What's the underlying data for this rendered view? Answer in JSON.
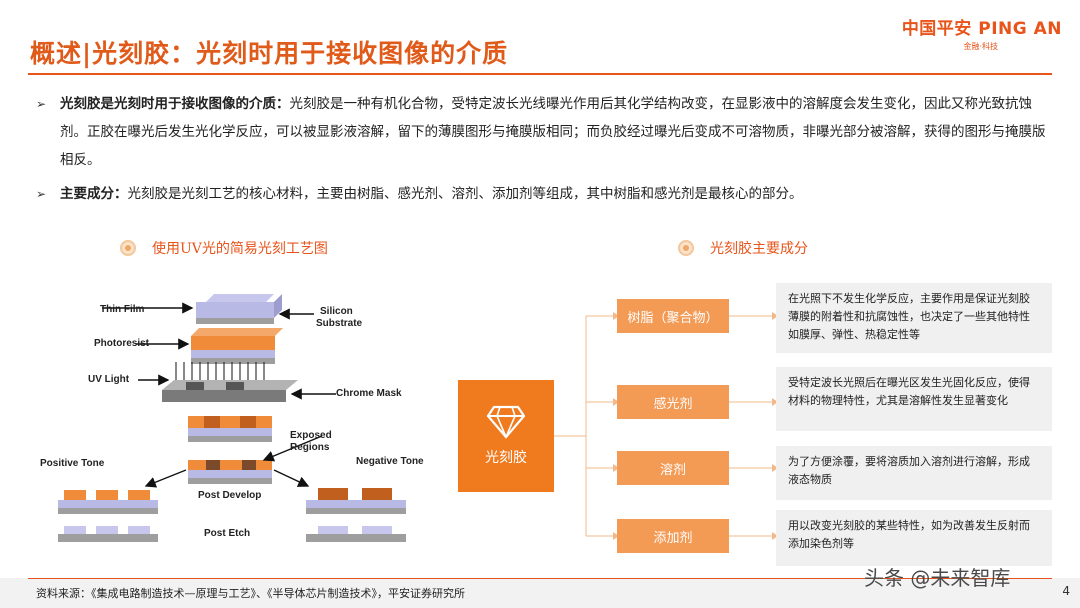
{
  "header": {
    "title": "概述|光刻胶：光刻时用于接收图像的介质",
    "logo_main": "中国平安 PING AN",
    "logo_sub": "金融·科技"
  },
  "bullets": [
    {
      "bold": "光刻胶是光刻时用于接收图像的介质：",
      "text": "光刻胶是一种有机化合物，受特定波长光线曝光作用后其化学结构改变，在显影液中的溶解度会发生变化，因此又称光致抗蚀剂。正胶在曝光后发生光化学反应，可以被显影液溶解，留下的薄膜图形与掩膜版相同；而负胶经过曝光后变成不可溶物质，非曝光部分被溶解，获得的图形与掩膜版相反。"
    },
    {
      "bold": "主要成分：",
      "text": "光刻胶是光刻工艺的核心材料，主要由树脂、感光剂、溶剂、添加剂等组成，其中树脂和感光剂是最核心的部分。"
    }
  ],
  "left_section": {
    "title": "使用UV光的简易光刻工艺图"
  },
  "right_section": {
    "title": "光刻胶主要成分"
  },
  "diagram_labels": {
    "thin_film": "Thin Film",
    "silicon": "Silicon",
    "substrate": "Substrate",
    "photoresist": "Photoresist",
    "uv_light": "UV Light",
    "chrome_mask": "Chrome Mask",
    "exposed": "Exposed",
    "regions": "Regions",
    "positive_tone": "Positive Tone",
    "negative_tone": "Negative Tone",
    "post_develop": "Post Develop",
    "post_etch": "Post Etch"
  },
  "center": {
    "label": "光刻胶",
    "icon": "diamond-icon"
  },
  "components": [
    {
      "label": "树脂（聚合物）",
      "desc": "在光照下不发生化学反应，主要作用是保证光刻胶薄膜的附着性和抗腐蚀性，也决定了一些其他特性如膜厚、弹性、热稳定性等"
    },
    {
      "label": "感光剂",
      "desc": "受特定波长光照后在曝光区发生光固化反应，使得材料的物理特性，尤其是溶解性发生显著变化"
    },
    {
      "label": "溶剂",
      "desc": "为了方便涂覆，要将溶质加入溶剂进行溶解，形成液态物质"
    },
    {
      "label": "添加剂",
      "desc": "用以改变光刻胶的某些特性，如为改善发生反射而添加染色剂等"
    }
  ],
  "footer": {
    "source": "资料来源：《集成电路制造技术—原理与工艺》、《半导体芯片制造技术》，平安证券研究所",
    "page": "4",
    "watermark": "头条 @未来智库"
  },
  "colors": {
    "accent": "#e8541a",
    "box": "#f39a55",
    "center": "#f07a1e"
  }
}
